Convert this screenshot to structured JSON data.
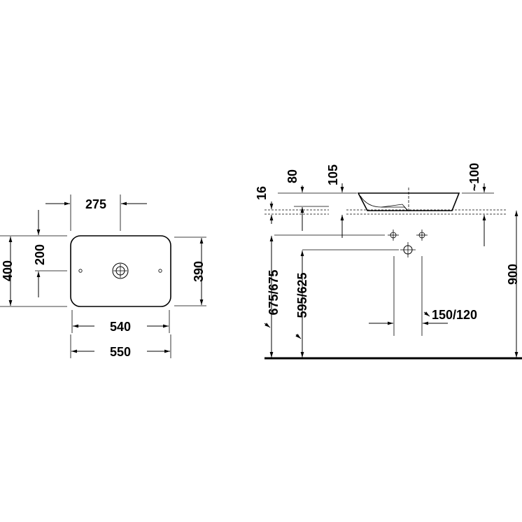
{
  "top_view": {
    "dim_tap_offset": "275",
    "dim_height_outer": "400",
    "dim_height_half": "200",
    "dim_height_inner": "390",
    "dim_width_inner": "540",
    "dim_width_outer": "550"
  },
  "side_view": {
    "dim_rim_thickness": "16",
    "dim_80": "80",
    "dim_105": "105",
    "dim_approx_100": "~100",
    "dim_mount_height": "900",
    "dim_675": "675/675",
    "dim_595": "595/625",
    "dim_150": "150/120"
  }
}
